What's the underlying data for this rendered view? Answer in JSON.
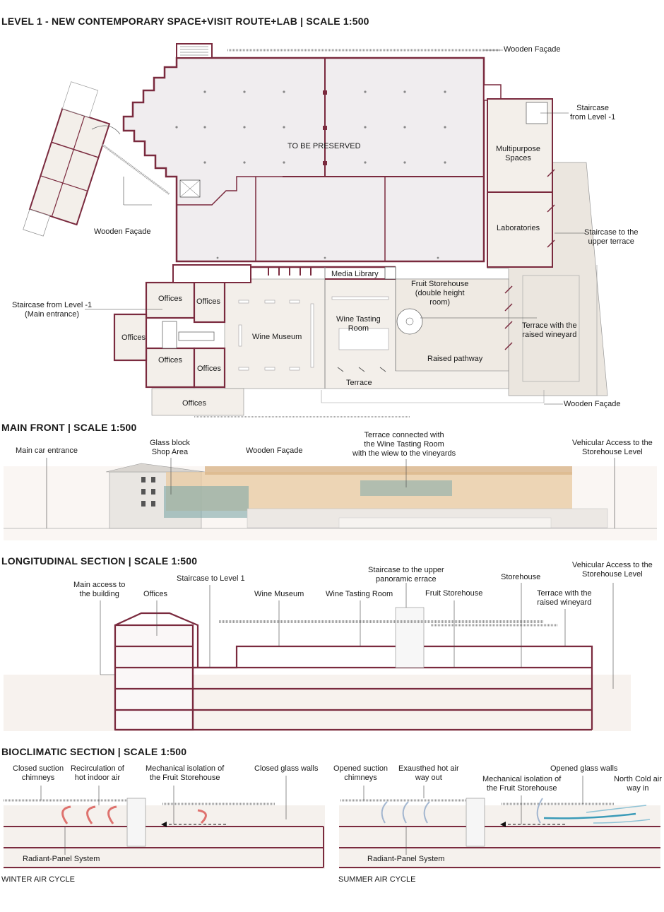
{
  "sections": {
    "level1": {
      "title": "LEVEL 1 - NEW CONTEMPORARY SPACE+VISIT ROUTE+LAB | SCALE 1:500",
      "labels": {
        "wooden_facade_top": "Wooden Façade",
        "staircase_from_level_m1": "Staircase\nfrom Level -1",
        "to_be_preserved": "TO BE PRESERVED",
        "multipurpose_spaces": "Multipurpose\nSpaces",
        "wooden_facade_left": "Wooden Façade",
        "laboratories": "Laboratories",
        "staircase_upper_terrace": "Staircase to the\nupper terrace",
        "media_library": "Media Library",
        "offices_1": "Offices",
        "offices_2": "Offices",
        "offices_3": "Offices",
        "offices_4": "Offices",
        "offices_5": "Offices",
        "offices_6": "Offices",
        "staircase_main_entrance": "Staircase from Level -1\n(Main entrance)",
        "fruit_storehouse": "Fruit Storehouse\n(double height\nroom)",
        "wine_museum": "Wine Museum",
        "wine_tasting_room": "Wine Tasting\nRoom",
        "terrace_raised_vineyard": "Terrace with the\nraised wineyard",
        "raised_pathway": "Raised pathway",
        "terrace": "Terrace",
        "wooden_facade_bottom": "Wooden Façade"
      }
    },
    "main_front": {
      "title": "MAIN FRONT | SCALE 1:500",
      "labels": {
        "main_car_entrance": "Main car entrance",
        "glass_block_shop": "Glass block\nShop Area",
        "wooden_facade": "Wooden Façade",
        "terrace_connected": "Terrace connected with\nthe Wine Tasting Room\nwith the wiew to the vineyards",
        "vehicular_access": "Vehicular Access to the\nStorehouse Level"
      }
    },
    "longitudinal": {
      "title": "LONGITUDINAL SECTION | SCALE 1:500",
      "labels": {
        "main_access": "Main access to\nthe building",
        "offices": "Offices",
        "staircase_level1": "Staircase to Level 1",
        "wine_museum": "Wine Museum",
        "wine_tasting_room": "Wine Tasting Room",
        "staircase_panoramic": "Staircase to the upper\npanoramic errace",
        "fruit_storehouse": "Fruit Storehouse",
        "storehouse": "Storehouse",
        "vehicular_access": "Vehicular Access to the\nStorehouse Level",
        "terrace_raised_vineyard": "Terrace with the\nraised wineyard"
      }
    },
    "bioclimatic": {
      "title": "BIOCLIMATIC SECTION | SCALE 1:500",
      "winter": {
        "closed_chimneys": "Closed suction\nchimneys",
        "recirculation": "Recirculation of\nhot indoor air",
        "mechanical_isolation": "Mechanical isolation of\nthe Fruit Storehouse",
        "closed_glass": "Closed glass walls",
        "radiant_panel": "Radiant-Panel System",
        "caption": "WINTER AIR CYCLE"
      },
      "summer": {
        "opened_chimneys": "Opened suction\nchimneys",
        "exhausted_air": "Exausthed hot air\nway out",
        "mechanical_isolation": "Mechanical isolation of\nthe Fruit Storehouse",
        "opened_glass": "Opened glass walls",
        "north_cold_air": "North Cold air\nway in",
        "radiant_panel": "Radiant-Panel System",
        "caption": "SUMMER AIR CYCLE"
      }
    }
  },
  "colors": {
    "wall": "#7a2a3e",
    "floor_fill": "#f3efea",
    "context_fill": "#ebe6df",
    "line": "#555555",
    "wood": "#e8c9a0",
    "glass": "#7fa9a9",
    "warm_arrow": "#d9534f",
    "cool_arrow": "#3b9bb8",
    "cold_air": "#8fc3d6"
  }
}
